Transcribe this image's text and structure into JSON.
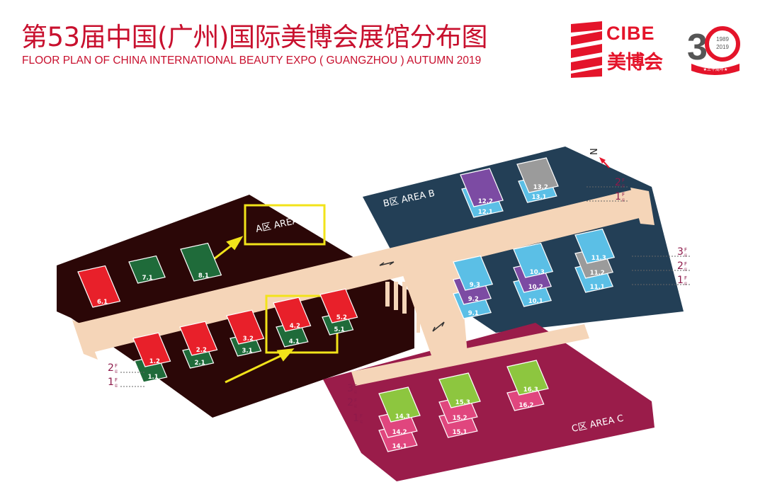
{
  "header": {
    "title_cn": "第53届中国(广州)国际美博会展馆分布图",
    "title_en": "FLOOR PLAN OF CHINA INTERNATIONAL BEAUTY EXPO ( GUANGZHOU ) AUTUMN 2019"
  },
  "logo": {
    "brand_en": "CIBE",
    "brand_cn": "美博会",
    "anniv_number_3": "3",
    "anniv_years_start": "1989",
    "anniv_years_end": "2019",
    "anniv_ribbon": "★三十周年★"
  },
  "compass": {
    "label": "N"
  },
  "areas": {
    "a": "A区 AREA A",
    "b": "B区 AREA B",
    "c": "C区 AREA C"
  },
  "halls": {
    "h61": "6.1",
    "h71": "7.1",
    "h81": "8.1",
    "h12": "1.2",
    "h11": "1.1",
    "h22": "2.2",
    "h21": "2.1",
    "h32": "3.2",
    "h31": "3.1",
    "h42": "4.2",
    "h41": "4.1",
    "h52": "5.2",
    "h51": "5.1",
    "h122": "12.2",
    "h121": "12.1",
    "h132": "13.2",
    "h131": "13.1",
    "h93": "9.3",
    "h92": "9.2",
    "h91": "9.1",
    "h103": "10.3",
    "h102": "10.2",
    "h101": "10.1",
    "h113": "11.3",
    "h112": "11.2",
    "h111": "11.1",
    "h143": "14.3",
    "h142": "14.2",
    "h141": "14.1",
    "h153": "15.3",
    "h152": "15.2",
    "h151": "15.1",
    "h163": "16.3",
    "h162": "16.2"
  },
  "floors": {
    "f1": "1",
    "f2": "2",
    "f3": "3",
    "f_letter": "F",
    "f_floor_cn": "层"
  },
  "colors": {
    "area_a": "#2b0707",
    "area_b": "#233f56",
    "area_c": "#9a1c4a",
    "corridor": "#f5d5b8",
    "red_hall": "#e8202a",
    "green_hall": "#1f6b3a",
    "blue_hall": "#5bbfe6",
    "purple_hall": "#7c4ba3",
    "gray_hall": "#9b9b9b",
    "lime_hall": "#8dc63f",
    "pink_hall": "#e0467e",
    "highlight": "#f2e31a",
    "brand_red": "#e4142a"
  }
}
